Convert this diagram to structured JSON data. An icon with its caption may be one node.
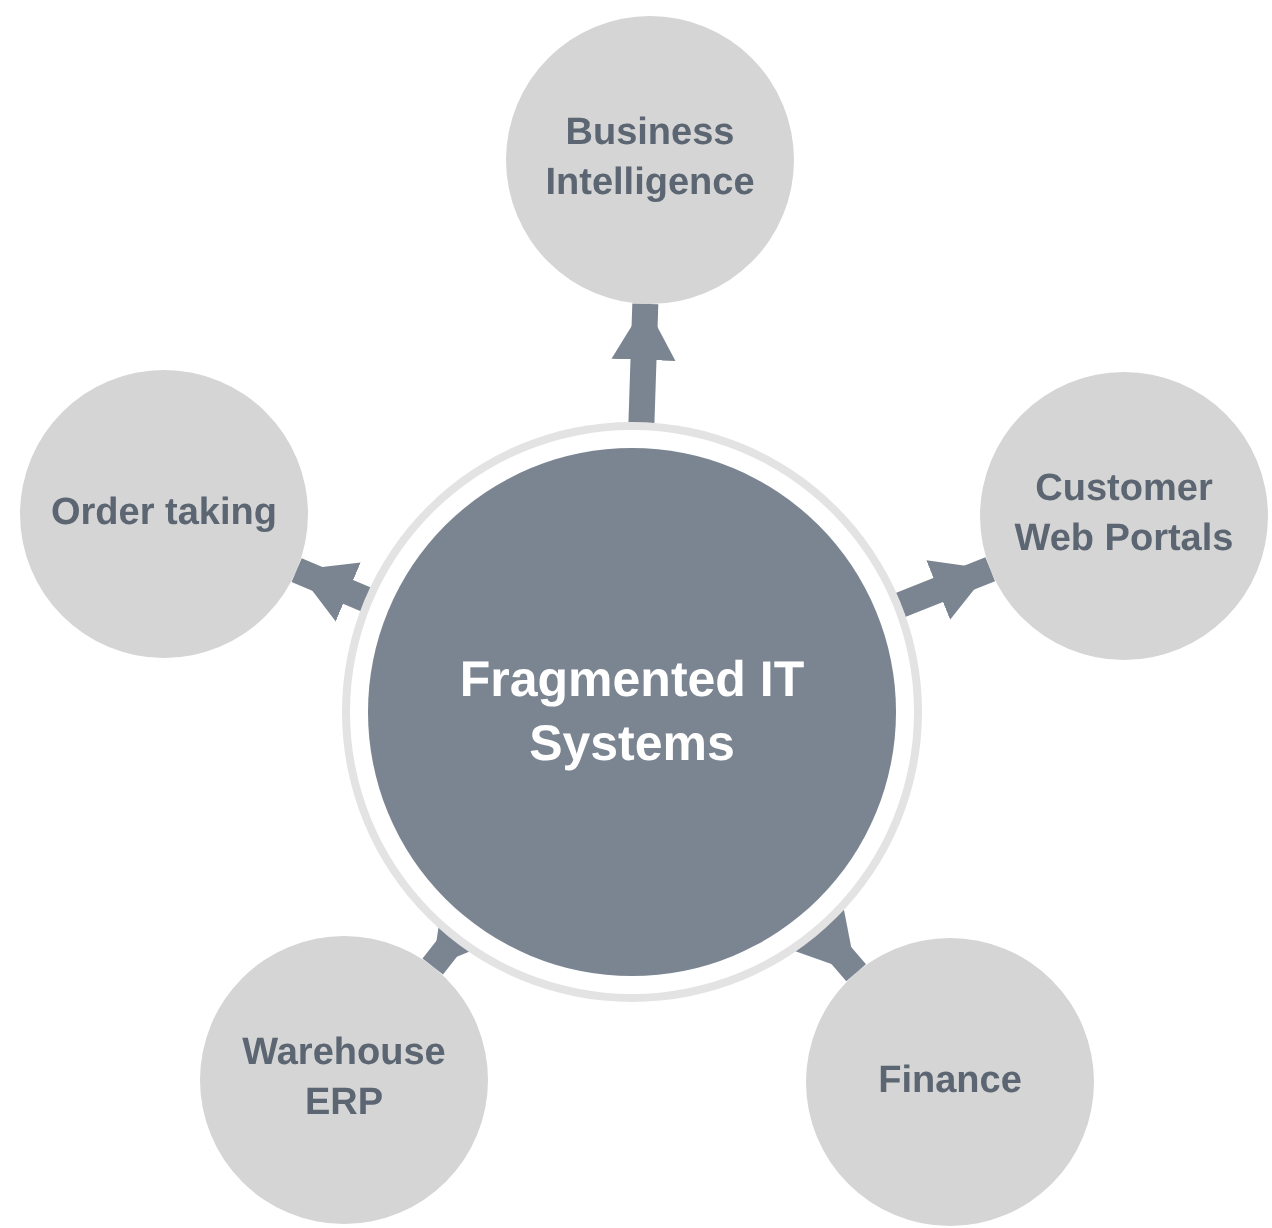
{
  "diagram": {
    "nodes": [
      {
        "text": [
          "Business Intelligence"
        ]
      },
      {
        "text": [
          "Order taking"
        ]
      },
      {
        "text": [
          "Customer Web Portals"
        ]
      },
      {
        "text": [
          "Fragmented IT Systems"
        ]
      },
      {
        "text": [
          "Warehouse ERP"
        ]
      },
      {
        "text": [
          "Finance"
        ]
      }
    ],
    "edges": [
      {
        "from": 3,
        "to": 0,
        "arrow": "to"
      },
      {
        "from": 3,
        "to": 1,
        "arrow": "to"
      },
      {
        "from": 3,
        "to": 2,
        "arrow": "to"
      },
      {
        "from": 3,
        "to": 4,
        "arrow": "to"
      },
      {
        "from": 3,
        "to": 5,
        "arrow": "to"
      }
    ]
  }
}
